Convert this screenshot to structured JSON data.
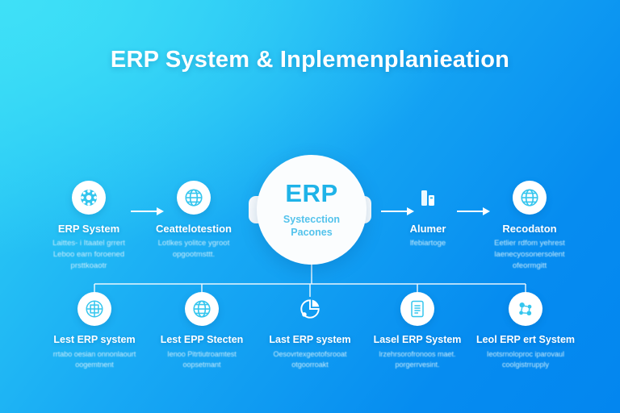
{
  "title": "ERP System & Inplemenplanieation",
  "colors": {
    "bg_light": "#3fe0f7",
    "bg_dark": "#0386ef",
    "hub_fill": "#fbfdfe",
    "hub_text": "#1fb3e8",
    "label_text": "#ffffff",
    "sub_text": "#cdeefb"
  },
  "hub": {
    "title": "ERP",
    "subtitle": "Systecction Pacones"
  },
  "process_nodes": [
    {
      "label": "ERP System",
      "sub_lines": [
        "Laittes- i Itaatel grrert",
        "Leboo earn foroened",
        "prsttkoaotr"
      ],
      "icon": "gear-icon"
    },
    {
      "label": "Ceattelotestion",
      "sub_lines": [
        "Lotlkes yolitce ygroot",
        "opgootmsttt."
      ],
      "icon": "globe-icon"
    },
    {
      "label": "Alumer",
      "sub_lines": [
        "lfebiartoge"
      ],
      "icon": "bar-chart-icon"
    },
    {
      "label": "Recodaton",
      "sub_lines": [
        "Eetlier rdfom yehrest",
        "laenecyosonersolent",
        "ofeormgitt"
      ],
      "icon": "globe-icon"
    }
  ],
  "sub_nodes": [
    {
      "label": "Lest ERP system",
      "sub_lines": [
        "rrtabo oesian onnonlaourt",
        "oogemtnent"
      ],
      "icon": "network-grid-icon"
    },
    {
      "label": "Lest EPP Stecten",
      "sub_lines": [
        "Ienoo Pitrtiutroamtest",
        "oopsetmant"
      ],
      "icon": "globe-icon"
    },
    {
      "label": "Last ERP system",
      "sub_lines": [
        "Oesovrtexgeotofsrooat",
        "otgoorroakt"
      ],
      "icon": "pie-chart-icon"
    },
    {
      "label": "Lasel ERP System",
      "sub_lines": [
        "lrzehrsorofronoos maet.",
        "porgerrvesint."
      ],
      "icon": "document-icon"
    },
    {
      "label": "Leol ERP ert System",
      "sub_lines": [
        "Ieotsrnoloproc iparovaul",
        "coolgistrrupply"
      ],
      "icon": "people-network-icon"
    }
  ],
  "arrows": [
    "arrow-1",
    "arrow-2",
    "arrow-3"
  ]
}
